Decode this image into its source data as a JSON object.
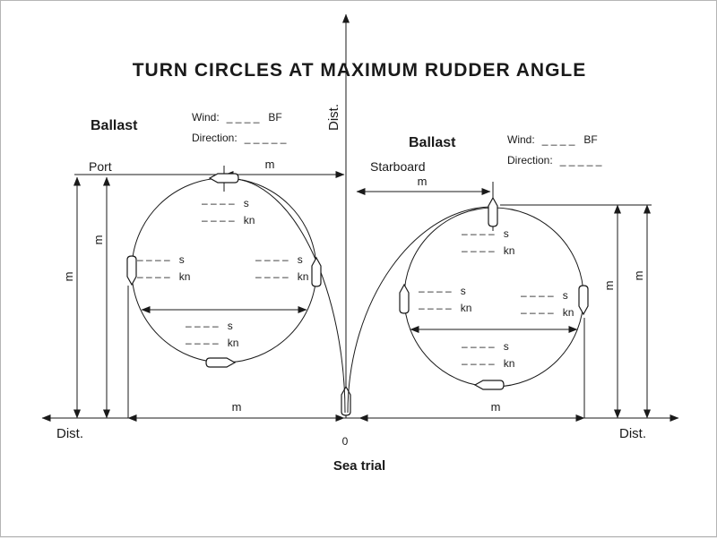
{
  "title": "TURN CIRCLES AT MAXIMUM RUDDER ANGLE",
  "caption": "Sea trial",
  "axis": {
    "vertical": "Dist.",
    "bottom_left": "Dist.",
    "bottom_right": "Dist.",
    "origin": "0"
  },
  "port": {
    "condition": "Ballast",
    "side": "Port",
    "wind_label": "Wind:",
    "wind_value": "_ _ _ _",
    "wind_unit": "BF",
    "direction_label": "Direction:",
    "direction_value": "_ _ _ _ _"
  },
  "starboard": {
    "condition": "Ballast",
    "side": "Starboard",
    "wind_label": "Wind:",
    "wind_value": "_ _ _ _",
    "wind_unit": "BF",
    "direction_label": "Direction:",
    "direction_value": "_ _ _ _ _"
  },
  "readings": {
    "blank": "– – – –",
    "time_unit": "s",
    "speed_unit": "kn"
  },
  "dimensions": {
    "horizontal_unit": "m",
    "vertical_unit": "m"
  },
  "colors": {
    "ink": "#1a1a1a",
    "background": "#ffffff"
  }
}
